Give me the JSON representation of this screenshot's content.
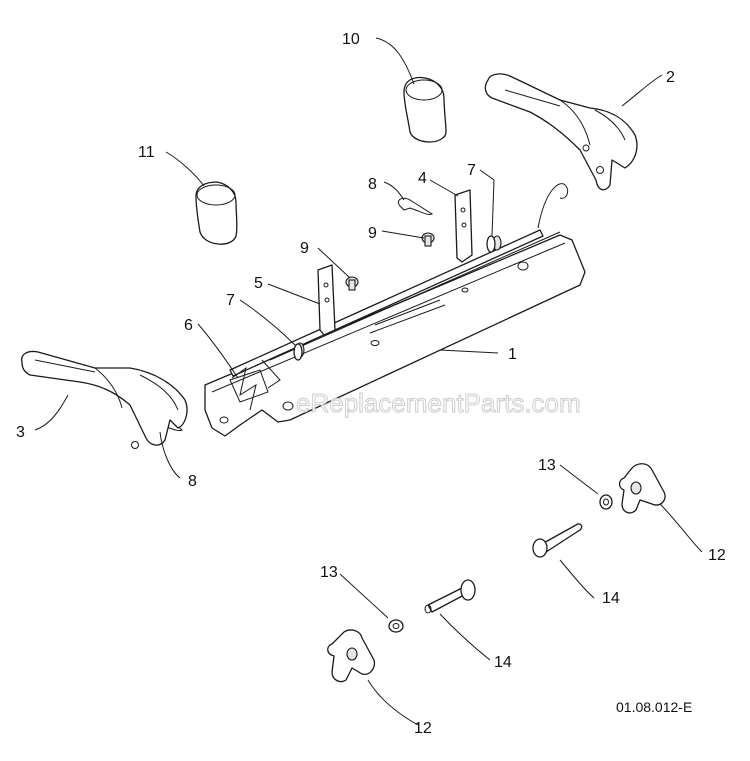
{
  "watermark": "eReplacementParts.com",
  "drawing_code": "01.08.012-E",
  "callouts": {
    "c1": "1",
    "c2": "2",
    "c3": "3",
    "c4": "4",
    "c5": "5",
    "c6": "6",
    "c7a": "7",
    "c7b": "7",
    "c8a": "8",
    "c8b": "8",
    "c9a": "9",
    "c9b": "9",
    "c10": "10",
    "c11": "11",
    "c12a": "12",
    "c12b": "12",
    "c13a": "13",
    "c13b": "13",
    "c14a": "14",
    "c14b": "14"
  }
}
